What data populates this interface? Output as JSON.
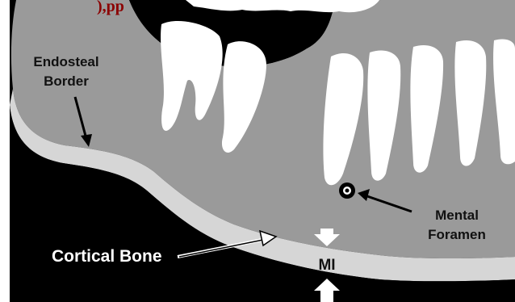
{
  "top_fragment": "),pp",
  "labels": {
    "endosteal_line1": "Endosteal",
    "endosteal_line2": "Border",
    "mental_line1": "Mental",
    "mental_line2": "Foramen",
    "cortical": "Cortical Bone",
    "mi": "MI"
  },
  "colors": {
    "background": "#000000",
    "bone": "#9a9a9a",
    "cortex": "#d6d6d6",
    "tooth": "#ffffff",
    "top_text": "#8b0000"
  }
}
